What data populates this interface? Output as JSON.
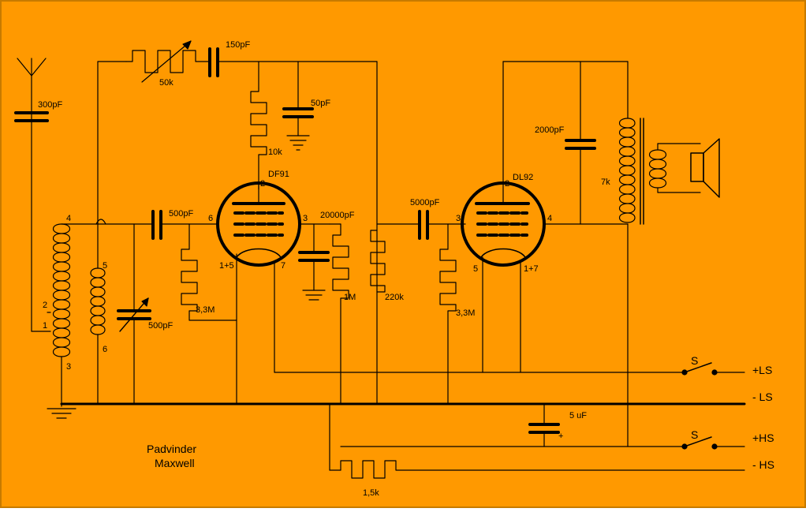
{
  "colors": {
    "background": "#FF9900",
    "border": "#C77B00",
    "wire": "#000000"
  },
  "labels": {
    "c_antenna": "300pF",
    "r_feedback": "50k",
    "c_feedback": "150pF",
    "c_ground": "50pF",
    "r_anode1": "10k",
    "tube1": "DF91",
    "pin_g2": "2",
    "pin_g6": "6",
    "pin_g3": "3",
    "pin_g15": "1+5",
    "pin_g7": "7",
    "c_grid1": "500pF",
    "c_tuning": "500pF",
    "r_grid1": "3,3M",
    "c_screen1": "20000pF",
    "r_1m": "1M",
    "r_220k": "220k",
    "coil_4": "4",
    "coil_2": "2",
    "coil_1": "1",
    "coil_3": "3",
    "coil_5": "5",
    "coil_6": "6",
    "c_coupling": "5000pF",
    "r_grid2": "3,3M",
    "tube2": "DL92",
    "pin_o2": "2",
    "pin_o3": "3",
    "pin_o4": "4",
    "pin_o5": "5",
    "pin_o17": "1+7",
    "c_output": "2000pF",
    "transformer": "7k",
    "c_5uf": "5 uF",
    "plus_sign": "+",
    "switch_s1": "S",
    "switch_s2": "S",
    "rail_pls": "+LS",
    "rail_mls": "- LS",
    "rail_phs": "+HS",
    "rail_mhs": "- HS",
    "r_bottom": "1,5k",
    "credit_line1": "Padvinder",
    "credit_line2": "Maxwell"
  }
}
